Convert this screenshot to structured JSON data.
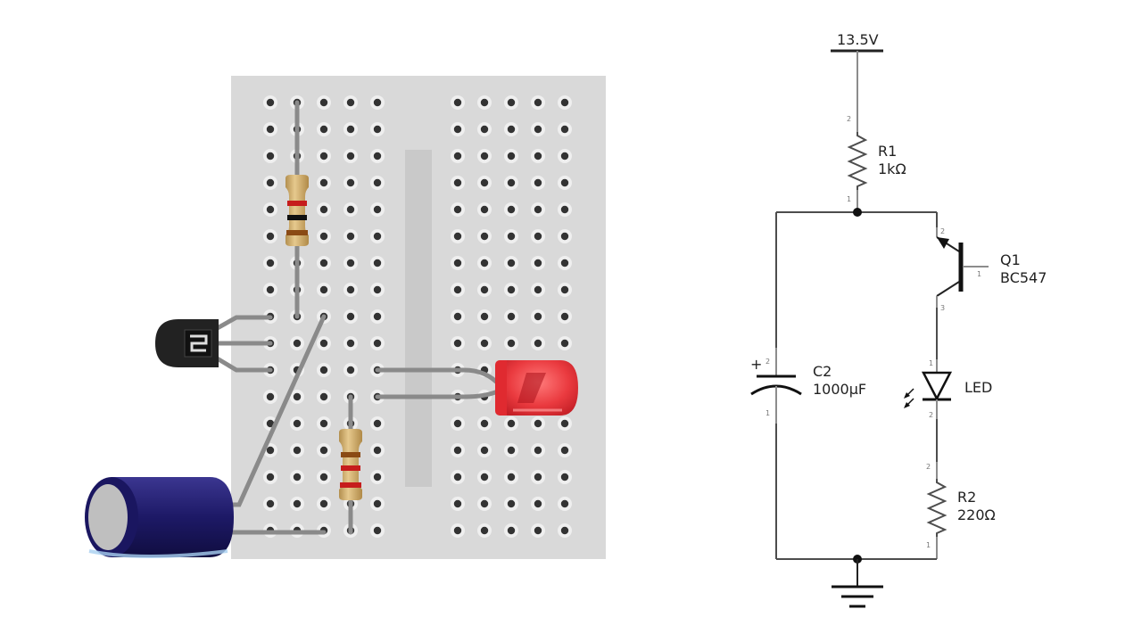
{
  "schematic": {
    "supply": {
      "label": "13.5V"
    },
    "R1": {
      "name": "R1",
      "value": "1kΩ",
      "pin_top": "2",
      "pin_bottom": "1"
    },
    "Q1": {
      "name": "Q1",
      "part": "BC547",
      "pin_emitter": "2",
      "pin_base": "1",
      "pin_collector": "3"
    },
    "C2": {
      "name": "C2",
      "value": "1000µF",
      "polarity": "+",
      "pin_top": "2",
      "pin_bottom": "1"
    },
    "LED": {
      "name": "LED",
      "pin_top": "1",
      "pin_bottom": "2"
    },
    "R2": {
      "name": "R2",
      "value": "220Ω",
      "pin_top": "2",
      "pin_bottom": "1"
    },
    "colors": {
      "wire": "#4d4d4d",
      "lead": "#8c8c8c",
      "pin_text": "#777777"
    }
  },
  "breadboard": {
    "colors": {
      "board": "#d9d9d9",
      "hole": "#333333",
      "hole_ring": "#f2f2f2",
      "wire": "#8a8a8a",
      "resistor_body": "#d9b878",
      "led": "#e8383d",
      "capacitor": "#1e1a66",
      "transistor": "#222222"
    },
    "components": [
      "resistor-r1",
      "resistor-r2",
      "transistor-q1",
      "led",
      "capacitor-c2"
    ]
  }
}
